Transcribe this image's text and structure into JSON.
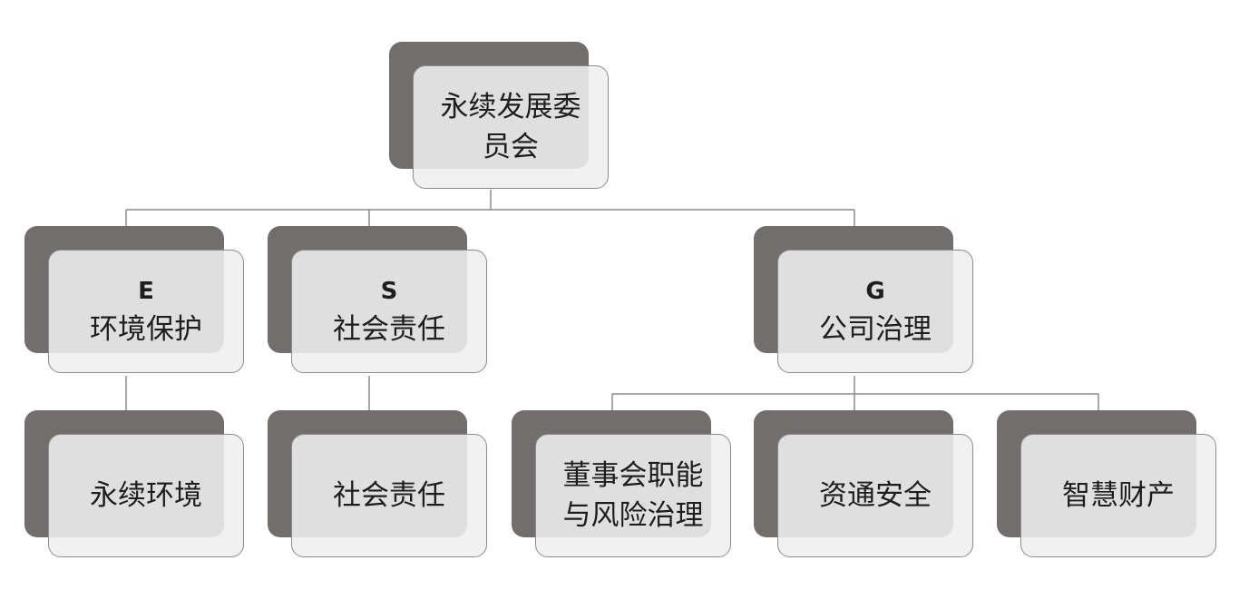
{
  "diagram": {
    "root": {
      "label": "永续发展委员会"
    },
    "pillars": [
      {
        "letter": "E",
        "label": "环境保护",
        "children": [
          {
            "label": "永续环境"
          }
        ]
      },
      {
        "letter": "S",
        "label": "社会责任",
        "children": [
          {
            "label": "社会责任"
          }
        ]
      },
      {
        "letter": "G",
        "label": "公司治理",
        "children": [
          {
            "label": "董事会职能与风险治理"
          },
          {
            "label": "资通安全"
          },
          {
            "label": "智慧财产"
          }
        ]
      }
    ]
  },
  "colors": {
    "shadow": "#726e6e",
    "card_fill": "#efefef",
    "card_border": "#8c8c8c",
    "connector": "#8c8c8c",
    "text": "#1e1e1e"
  }
}
